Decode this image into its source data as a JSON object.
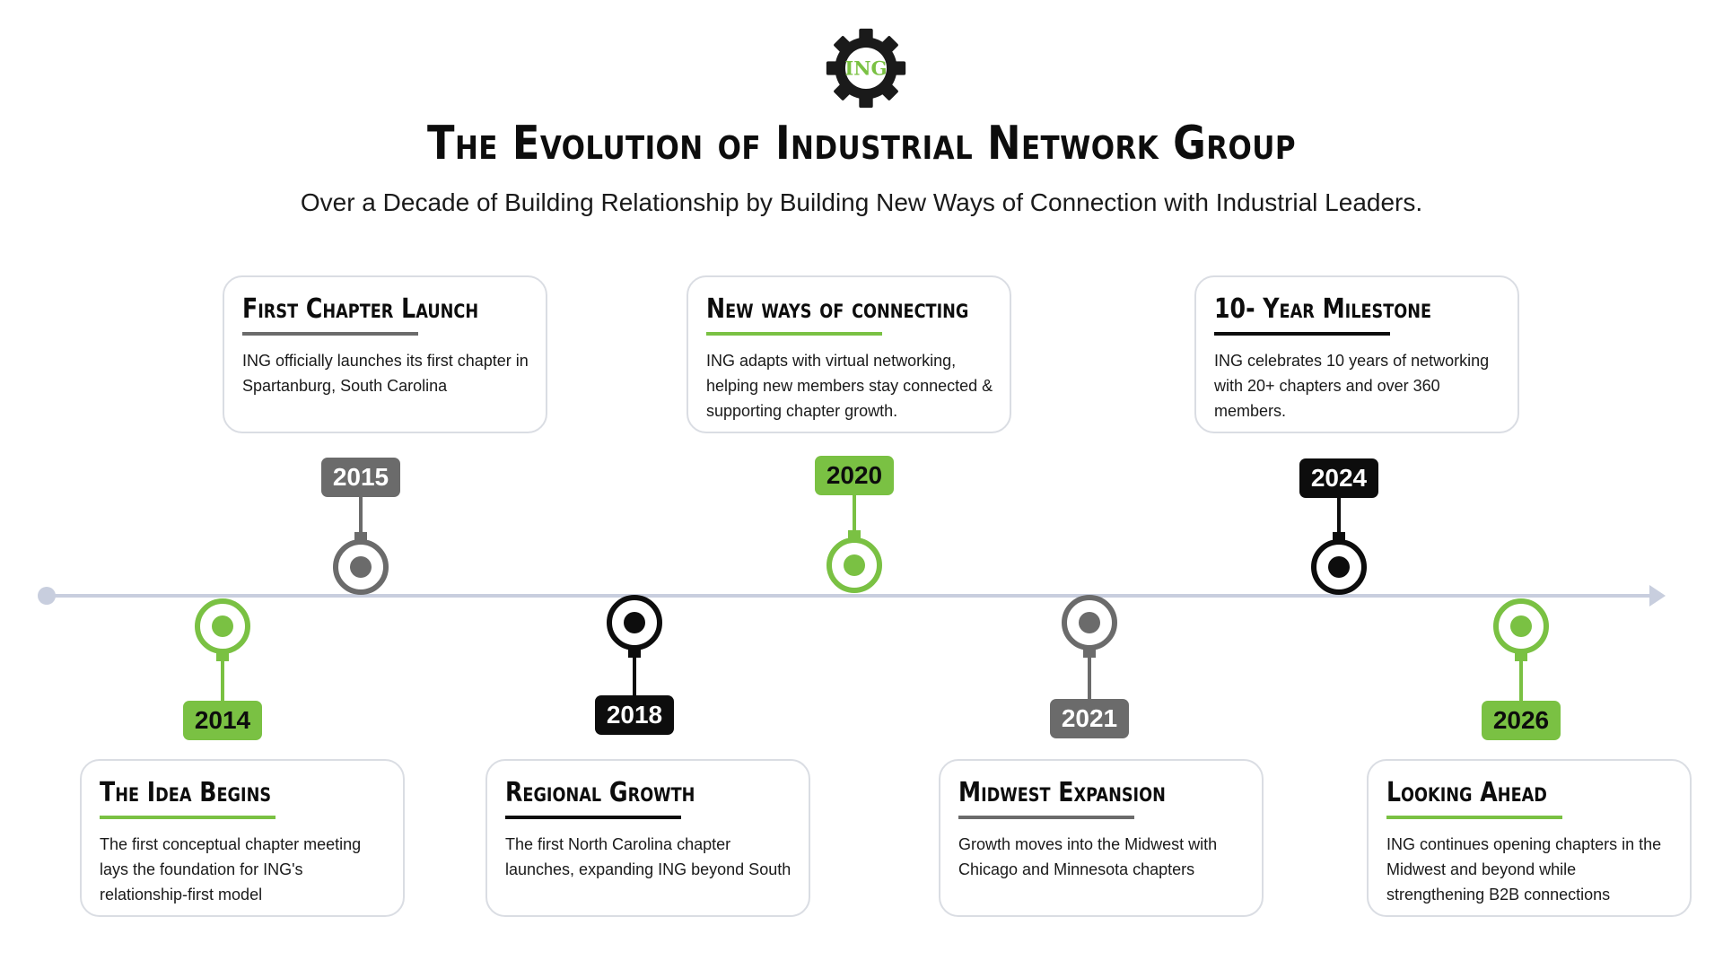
{
  "logo": {
    "text": "ING",
    "icon": "gear-icon",
    "gear_color": "#1a1a1a",
    "text_color": "#7ac143"
  },
  "title": "The Evolution of Industrial Network Group",
  "subtitle": "Over a Decade of Building Relationship by Building New Ways of Connection with Industrial Leaders.",
  "colors": {
    "green": "#7ac143",
    "gray": "#6b6b6b",
    "black": "#0d0d0d",
    "line": "#c8cede"
  },
  "events": [
    {
      "year": "2014",
      "title": "The Idea Begins",
      "body": "The first conceptual chapter meeting lays the foundation for ING's relationship-first model",
      "color": "green",
      "position": "below"
    },
    {
      "year": "2015",
      "title": "First Chapter Launch",
      "body": "ING officially launches its first chapter in Spartanburg, South Carolina",
      "color": "gray",
      "position": "above"
    },
    {
      "year": "2018",
      "title": "Regional Growth",
      "body": "The first North Carolina chapter launches, expanding ING beyond South",
      "color": "black",
      "position": "below"
    },
    {
      "year": "2020",
      "title": "New ways of connecting",
      "body": "ING adapts with virtual networking, helping new members stay connected & supporting chapter growth.",
      "color": "green",
      "position": "above"
    },
    {
      "year": "2021",
      "title": "Midwest Expansion",
      "body": "Growth moves into the Midwest with Chicago and Minnesota chapters",
      "color": "gray",
      "position": "below"
    },
    {
      "year": "2024",
      "title": "10- Year Milestone",
      "body": "ING celebrates 10 years of networking with 20+ chapters and over 360 members.",
      "color": "black",
      "position": "above"
    },
    {
      "year": "2026",
      "title": "Looking Ahead",
      "body": "ING continues opening chapters in the Midwest and beyond while strengthening B2B connections",
      "color": "green",
      "position": "below"
    }
  ]
}
